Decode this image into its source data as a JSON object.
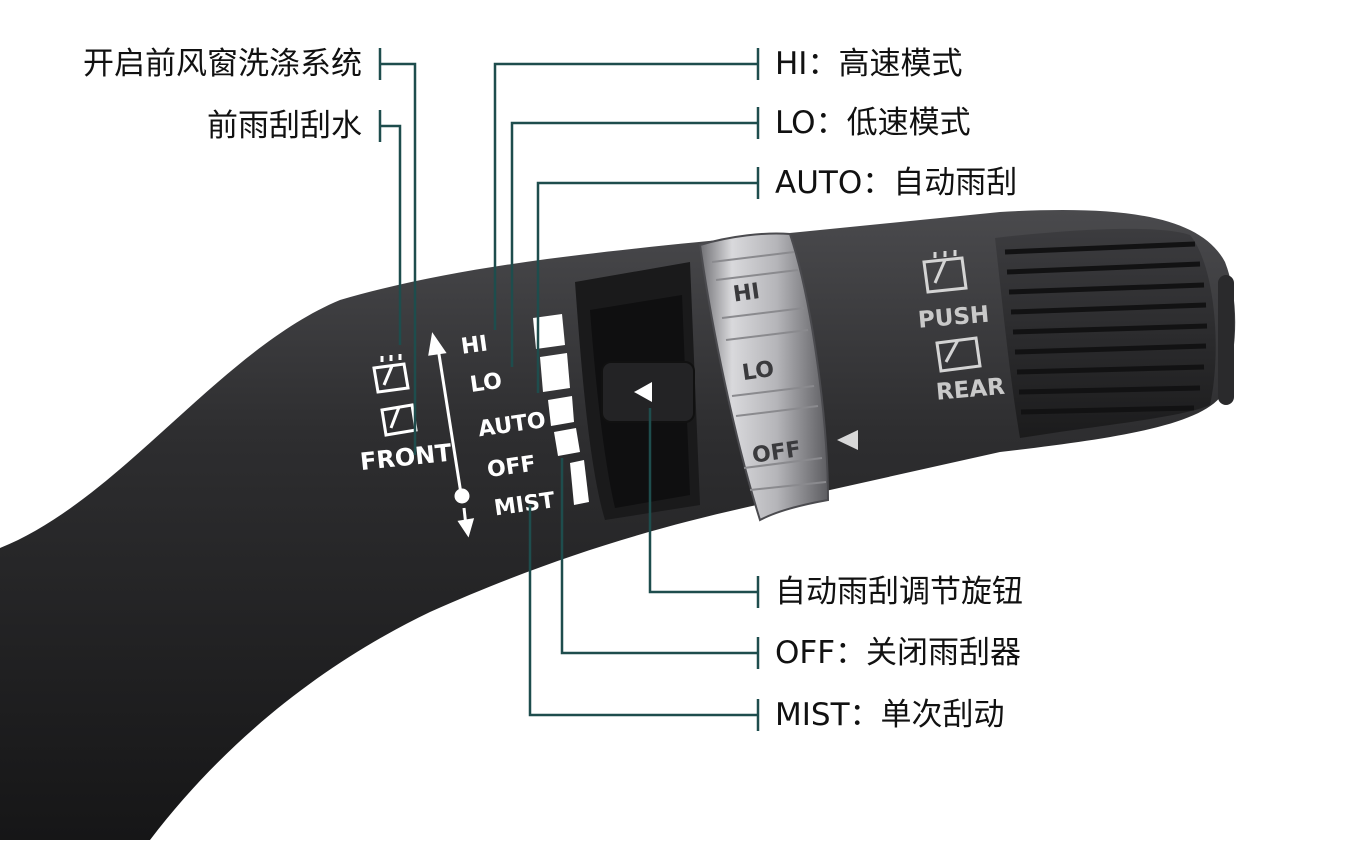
{
  "callouts": {
    "washer": "开启前风窗洗涤系统",
    "front_wiper": "前雨刮刮水",
    "hi": "HI：高速模式",
    "lo": "LO：低速模式",
    "auto": "AUTO：自动雨刮",
    "knob": "自动雨刮调节旋钮",
    "off": "OFF：关闭雨刮器",
    "mist": "MIST：单次刮动"
  },
  "stalk": {
    "front": "FRONT",
    "positions": [
      "HI",
      "LO",
      "AUTO",
      "OFF",
      "MIST"
    ],
    "ring": [
      "HI",
      "LO",
      "OFF"
    ],
    "push": "PUSH",
    "rear": "REAR"
  },
  "icons": [
    "front-washer-icon",
    "front-wiper-icon",
    "rear-washer-icon",
    "rear-wiper-icon",
    "knob-arrow-icon",
    "ring-arrow-icon",
    "up-down-arrow-icon"
  ],
  "colors": {
    "leader": "#1e4d4d",
    "stalk": "#2b2b2d",
    "ring": "#b9b9bd"
  }
}
